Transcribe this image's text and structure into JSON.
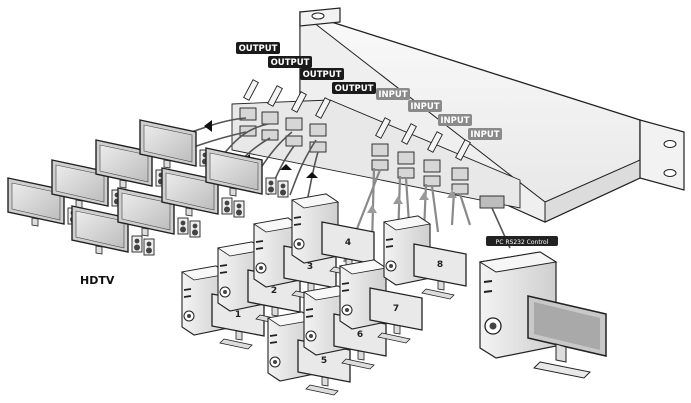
{
  "labels": {
    "output": [
      "OUTPUT",
      "OUTPUT",
      "OUTPUT",
      "OUTPUT"
    ],
    "input": [
      "INPUT",
      "INPUT",
      "INPUT",
      "INPUT"
    ],
    "hdtv": "HDTV",
    "control": "PC RS232 Control"
  },
  "sources": [
    "1",
    "2",
    "3",
    "4",
    "5",
    "6",
    "7",
    "8"
  ],
  "colors": {
    "outline": "#222222",
    "chassis": "#f4f4f4",
    "screen": "#d9d9d9",
    "arrow": "#111111",
    "input_arrow": "#9a9a9a"
  }
}
